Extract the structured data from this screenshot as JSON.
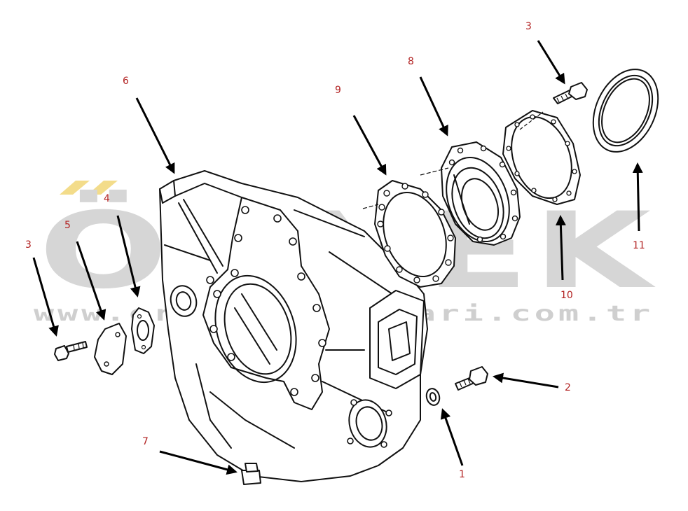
{
  "watermark": {
    "brand": "ÖRNEK",
    "url": "www.ornekmakinalari.com.tr",
    "accent_color": "#f3dc8a",
    "text_color": "#d6d6d6"
  },
  "callouts": [
    {
      "id": "c3a",
      "label": "3"
    },
    {
      "id": "c8",
      "label": "8"
    },
    {
      "id": "c9",
      "label": "9"
    },
    {
      "id": "c6",
      "label": "6"
    },
    {
      "id": "c4",
      "label": "4"
    },
    {
      "id": "c5",
      "label": "5"
    },
    {
      "id": "c3b",
      "label": "3"
    },
    {
      "id": "c10",
      "label": "10"
    },
    {
      "id": "c11",
      "label": "11"
    },
    {
      "id": "c2",
      "label": "2"
    },
    {
      "id": "c7",
      "label": "7"
    },
    {
      "id": "c1",
      "label": "1"
    }
  ],
  "label_color": "#b22222"
}
